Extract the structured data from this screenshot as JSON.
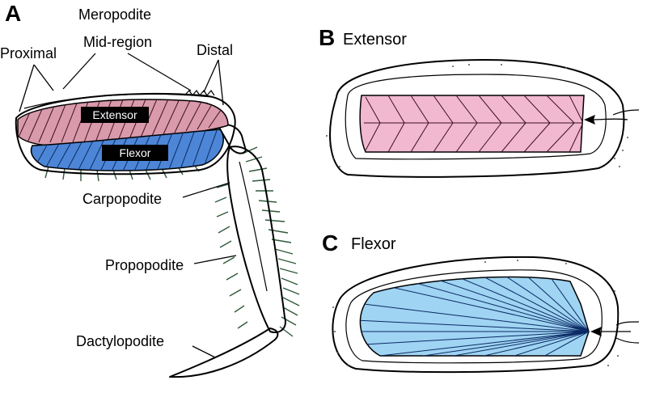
{
  "panels": {
    "a": {
      "letter": "A",
      "labels": {
        "meropodite": "Meropodite",
        "mid_region": "Mid-region",
        "proximal": "Proximal",
        "distal": "Distal",
        "carpopodite": "Carpopodite",
        "propopodite": "Propopodite",
        "dactylopodite": "Dactylopodite"
      },
      "muscles": {
        "extensor": "Extensor",
        "flexor": "Flexor"
      }
    },
    "b": {
      "letter": "B",
      "title": "Extensor"
    },
    "c": {
      "letter": "C",
      "title": "Flexor"
    }
  },
  "colors": {
    "extensor_fill": "#d99aab",
    "extensor_light": "#f1b8d0",
    "flexor_fill": "#4d86d6",
    "flexor_light": "#9fd4f2",
    "fiber_dark": "#3a1020",
    "fiber_blue": "#0b2a66",
    "hair": "#2f5a3a",
    "outline": "#000000"
  }
}
